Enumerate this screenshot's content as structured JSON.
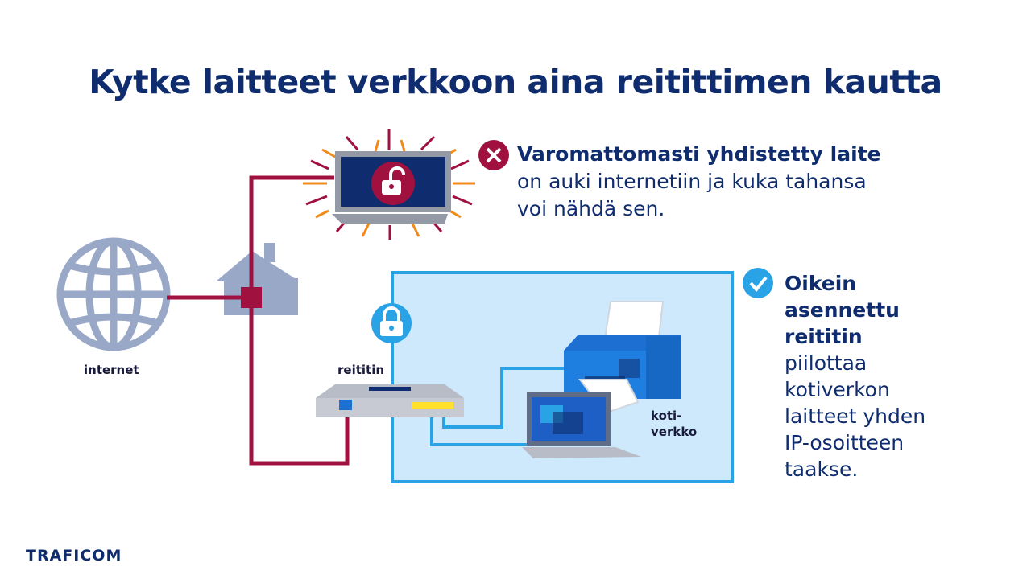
{
  "title": "Kytke laitteet verkkoon aina reitittimen kautta",
  "labels": {
    "internet": "internet",
    "router": "reititin",
    "home_network_line1": "koti-",
    "home_network_line2": "verkko"
  },
  "warning": {
    "heading": "Varomattomasti yhdistetty laite",
    "line1": "on auki internetiin ja kuka tahansa",
    "line2": "voi nähdä sen."
  },
  "correct": {
    "heading1": "Oikein",
    "heading2": "asennettu",
    "heading3": "reititin",
    "line1": "piilottaa",
    "line2": "kotiverkon",
    "line3": "laitteet yhden",
    "line4": "IP-osoitteen",
    "line5": "taakse."
  },
  "logo": "TRAFICOM",
  "colors": {
    "navy": "#0f2d6e",
    "crimson": "#a0113f",
    "sky": "#29a3e6",
    "light_blue": "#cde9fb",
    "grey_blue": "#9aa8c8",
    "orange": "#f28a1a"
  }
}
